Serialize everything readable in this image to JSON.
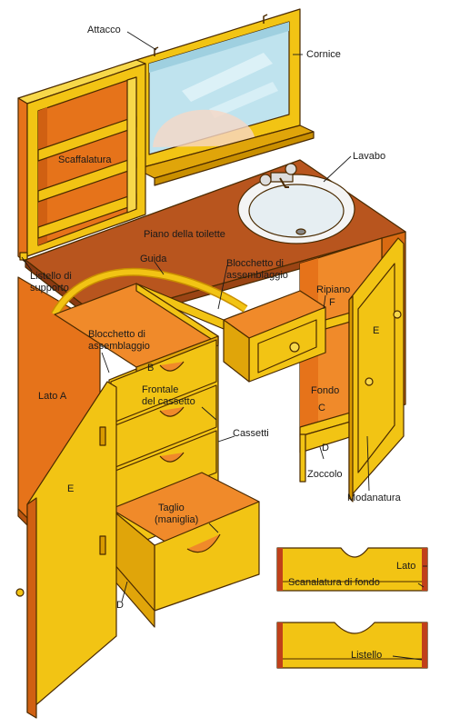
{
  "labels": {
    "attacco": "Attacco",
    "cornice": "Cornice",
    "scaffalatura": "Scaffalatura",
    "lavabo": "Lavabo",
    "piano": "Piano della toilette",
    "guida": "Guida",
    "listello_supporto_1": "Listello di",
    "listello_supporto_2": "supporto",
    "blocchetto_top_1": "Blocchetto di",
    "blocchetto_top_2": "assemblaggio",
    "ripiano": "Ripiano",
    "letter_f": "F",
    "blocchetto_left_1": "Blocchetto di",
    "blocchetto_left_2": "assemblaggio",
    "letter_b": "B",
    "letter_e_right": "E",
    "lato_a": "Lato A",
    "frontale_1": "Frontale",
    "frontale_2": "del cassetto",
    "fondo": "Fondo",
    "letter_c": "C",
    "cassetti": "Cassetti",
    "letter_e_left": "E",
    "letter_d_right": "D",
    "zoccolo": "Zoccolo",
    "modanatura": "Modanatura",
    "taglio_1": "Taglio",
    "taglio_2": "(maniglia)",
    "letter_d_bottom": "D",
    "lato": "Lato",
    "scanalatura": "Scanalatura di fondo",
    "listello": "Listello"
  },
  "colors": {
    "wood": "#f2c414",
    "wood_dark": "#d99a00",
    "side_orange": "#e6731a",
    "worktop": "#b8551e",
    "inside": "#f08a2a",
    "mirror": "#bfe3ee",
    "outline": "#4a2a00",
    "edge_red": "#c0401a"
  }
}
